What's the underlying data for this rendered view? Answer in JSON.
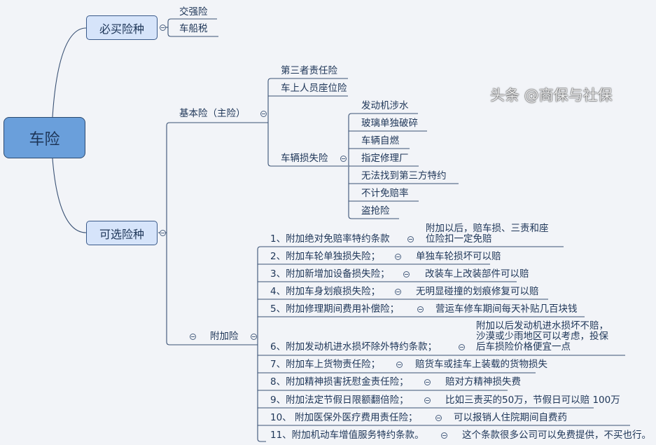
{
  "root": "车险",
  "required": {
    "label": "必买险种",
    "items": [
      "交强险",
      "车船税"
    ]
  },
  "optional": {
    "label": "可选险种",
    "basic": {
      "label": "基本险（主险）",
      "items": [
        "第三者责任险",
        "车上人员座位险",
        "车辆损失险"
      ],
      "vehicle_loss_items": [
        "发动机涉水",
        "玻璃单独破碎",
        "车辆自燃",
        "指定修理厂",
        "无法找到第三方特约",
        "不计免赔率",
        "盗抢险"
      ]
    },
    "additional": {
      "label": "附加险",
      "items": [
        {
          "name": "1、附加绝对免赔率特约条款",
          "detail": [
            "附加以后，赔车损、三责和座",
            "位险扣一定免赔"
          ]
        },
        {
          "name": "2、附加车轮单独损失险；",
          "detail": [
            "单独车轮损坏可以赔"
          ]
        },
        {
          "name": "3、附加新增加设备损失险；",
          "detail": [
            "改装车上改装部件可以赔"
          ]
        },
        {
          "name": "4、附加车身划痕损失险；",
          "detail": [
            "无明显碰撞的划痕修复可以赔"
          ]
        },
        {
          "name": "5、附加修理期间费用补偿险；",
          "detail": [
            "营运车修车期间每天补贴几百块钱"
          ]
        },
        {
          "name": "6、附加发动机进水损坏除外特约条款；",
          "detail": [
            "附加以后发动机进水损坏不赔，",
            "沙漠或少雨地区可以考虑，投保",
            "后车损险价格便宜一点"
          ]
        },
        {
          "name": "7、附加车上货物责任险；",
          "detail": [
            "赔货车或挂车上装载的货物损失"
          ]
        },
        {
          "name": "8、附加精神损害抚慰金责任险；",
          "detail": [
            "赔对方精神损失费"
          ]
        },
        {
          "name": "9、附加法定节假日限额翻倍险；",
          "detail": [
            "比如三责买的50万，节假日可以赔 100万"
          ]
        },
        {
          "name": "10、 附加医保外医疗费用责任险；",
          "detail": [
            "可以报销人住院期间自费药"
          ]
        },
        {
          "name": "11、附加机动车增值服务特约条款。",
          "detail": [
            "这个条款很多公司可以免费提供，不买也行。"
          ]
        }
      ]
    }
  },
  "watermark": "头条 @商保与社保",
  "colors": {
    "background": "#f2f4f8",
    "root_fill": "#6a9fdb",
    "branch_fill": "#d6e4fa",
    "line": "#2c4a70"
  }
}
